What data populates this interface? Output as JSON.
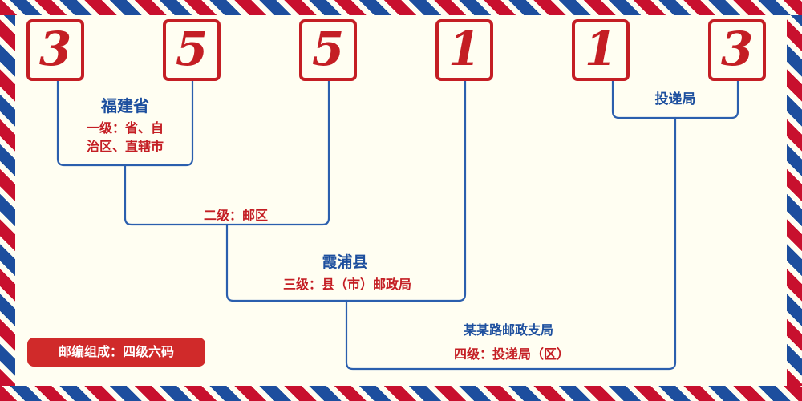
{
  "postal_code": {
    "value": "355113",
    "digits": [
      "3",
      "5",
      "5",
      "1",
      "1",
      "3"
    ]
  },
  "labels": {
    "level1_region": "福建省",
    "level1_desc_line1": "一级：省、自",
    "level1_desc_line2": "治区、直辖市",
    "level2_desc": "二级：邮区",
    "level3_region": "霞浦县",
    "level3_desc": "三级：县（市）邮政局",
    "level4_office": "某某路邮政支局",
    "level4_desc": "四级：投递局（区）",
    "delivery_office": "投递局",
    "composition_badge": "邮编组成：四级六码"
  },
  "colors": {
    "accent_red": "#c41e24",
    "line_blue": "#2b5fae",
    "label_blue": "#1d4f9e",
    "badge_red": "#d02a2a",
    "background": "#fffef2",
    "border_stripe_red": "#c8102e",
    "border_stripe_blue": "#1d4e9e"
  }
}
